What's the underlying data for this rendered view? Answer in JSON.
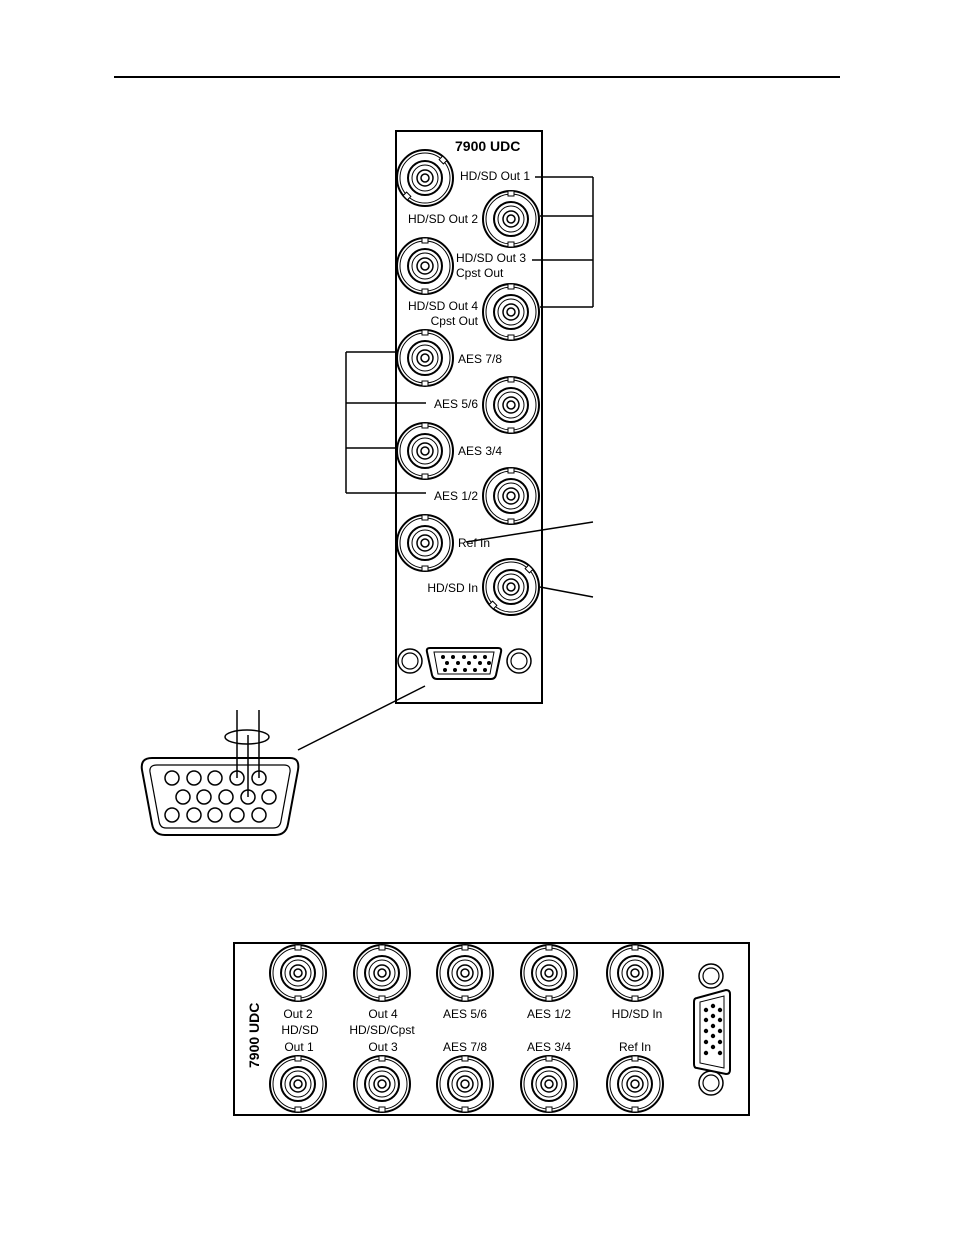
{
  "vertical_panel": {
    "model": "7900 UDC",
    "labels": {
      "out1": "HD/SD Out 1",
      "out2": "HD/SD Out 2",
      "out3_a": "HD/SD Out 3",
      "out3_b": "Cpst Out",
      "out4_a": "HD/SD Out 4",
      "out4_b": "Cpst Out",
      "aes78": "AES 7/8",
      "aes56": "AES 5/6",
      "aes34": "AES 3/4",
      "aes12": "AES 1/2",
      "ref_in": "Ref In",
      "hdsd_in": "HD/SD In"
    }
  },
  "horizontal_panel": {
    "model": "7900 UDC",
    "top_labels": {
      "c1": "Out 2",
      "c2": "Out 4",
      "c3": "AES 5/6",
      "c4": "AES 1/2",
      "c5": "HD/SD In"
    },
    "mid_labels": {
      "c1": "HD/SD",
      "c2": "HD/SD/Cpst"
    },
    "bottom_labels": {
      "c1": "Out 1",
      "c2": "Out 3",
      "c3": "AES 7/8",
      "c4": "AES 3/4",
      "c5": "Ref In"
    }
  }
}
